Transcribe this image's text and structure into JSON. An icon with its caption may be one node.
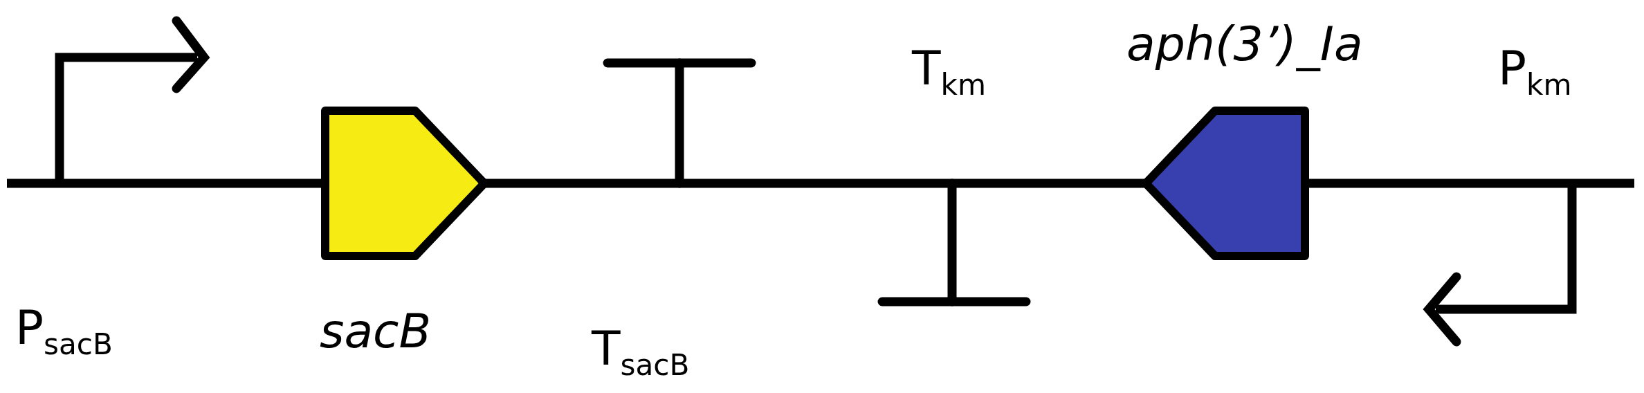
{
  "diagram": {
    "labels": [
      "P$_{sacB}$",
      "sacB",
      "T$_{sacB}$",
      "T$_{km}$",
      "aph(3’)_Ia",
      "P$_{km}$"
    ]
  }
}
